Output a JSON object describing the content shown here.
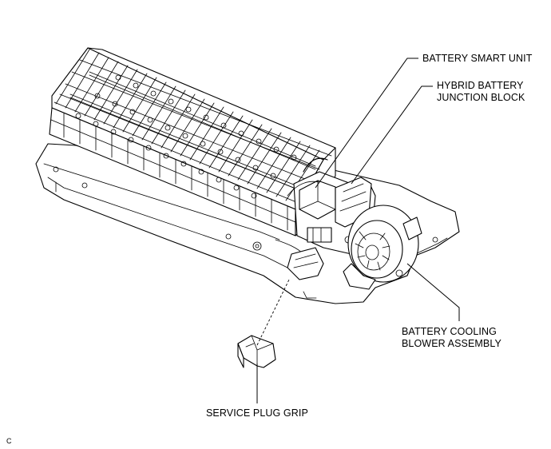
{
  "labels": {
    "battery_smart_unit": "BATTERY SMART UNIT",
    "junction_block_line1": "HYBRID BATTERY",
    "junction_block_line2": "JUNCTION BLOCK",
    "blower_line1": "BATTERY COOLING",
    "blower_line2": "BLOWER ASSEMBLY",
    "service_plug_grip": "SERVICE PLUG GRIP",
    "figure_code": "C"
  }
}
